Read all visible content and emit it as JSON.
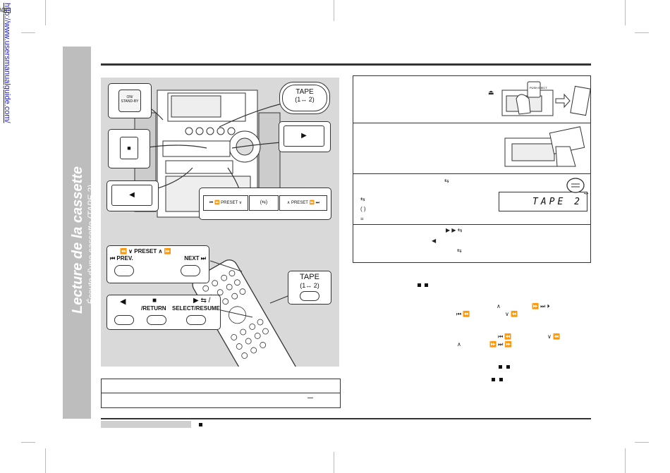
{
  "watermark": {
    "prefix": "Downloaded from: ",
    "url": "http://www.usersmanualguide.com/"
  },
  "sidebar": {
    "title": "Lecture de la cassette",
    "subtitle": "- Écoute d'une cassette (TAPE 2) -"
  },
  "unit_buttons": {
    "power": "ON/\nSTAND-BY",
    "tape": "TAPE",
    "tape_sub": "(1↔ 2)",
    "stop": "■",
    "play": "▶",
    "reverse": "◀"
  },
  "preset_panel": {
    "left": "⏮ ⏪ PRESET ∨",
    "center": "(⇆)",
    "right": "∧ PRESET ⏩ ⏭"
  },
  "remote": {
    "top_preset": "⏪ ∨ PRESET ∧ ⏩",
    "prev": "⏮ PREV.",
    "next": "NEXT ⏭",
    "tape": "TAPE",
    "tape_sub": "(1↔ 2)",
    "rev": "◀",
    "stop": "■",
    "stop_return": "/RETURN",
    "play": "▶ ⇆ /",
    "select_resume": "SELECT/RESUME"
  },
  "step_panel": {
    "eject_symbol": "⏏",
    "push_eject": "PUSH\nEJECT",
    "lcd_text": "TAPE 2"
  },
  "icons": [
    "eject-icon",
    "play-icon",
    "stop-icon",
    "reverse-icon",
    "skip-forward-icon",
    "skip-back-icon",
    "loop-icon",
    "chevron-up-icon",
    "chevron-down-icon"
  ]
}
